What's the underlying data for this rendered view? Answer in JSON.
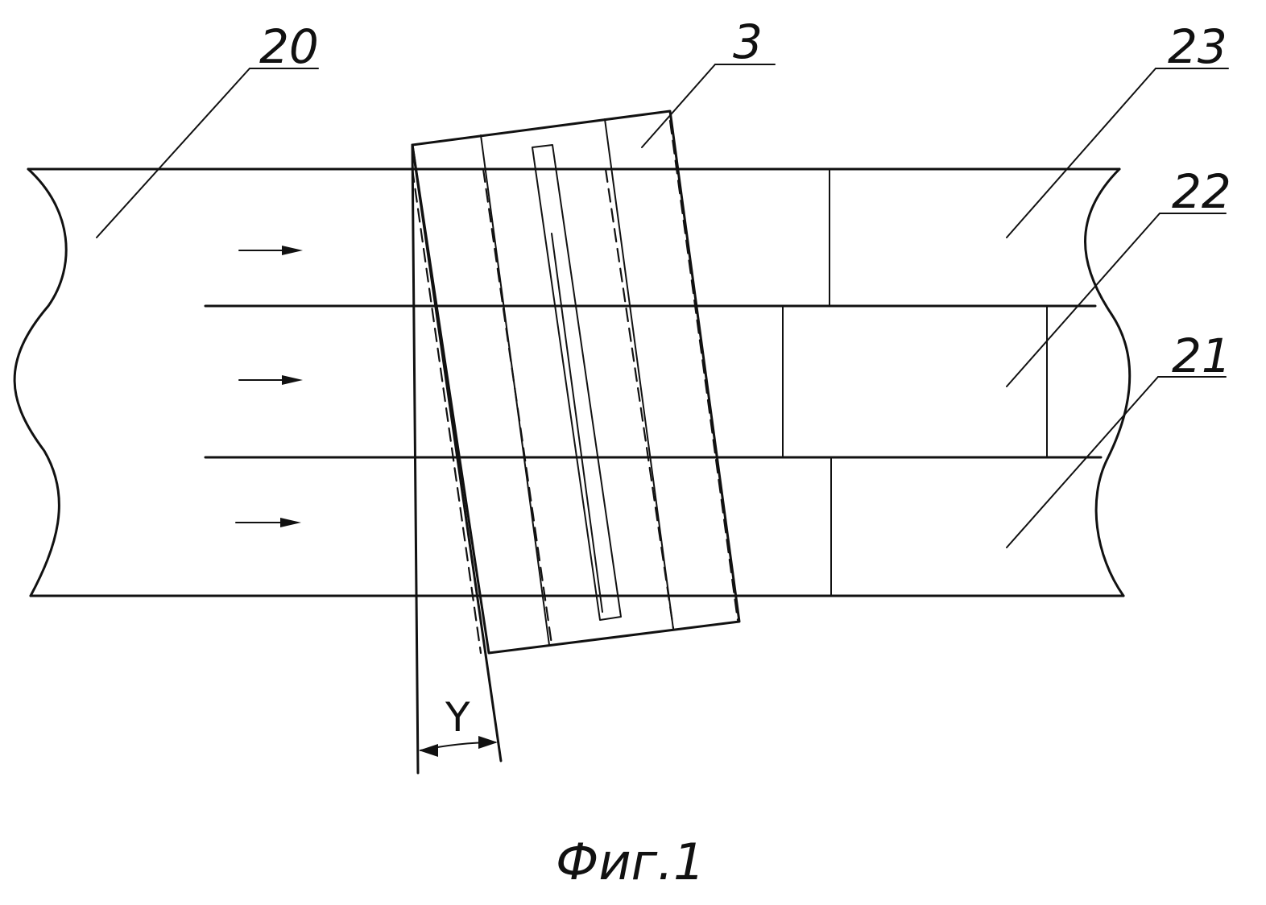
{
  "labels": {
    "label_20": "20",
    "label_3": "3",
    "label_23": "23",
    "label_22": "22",
    "label_21": "21",
    "angle": "Y"
  },
  "caption": "Фиг.1",
  "colors": {
    "ink": "#111111",
    "background": "#ffffff"
  }
}
